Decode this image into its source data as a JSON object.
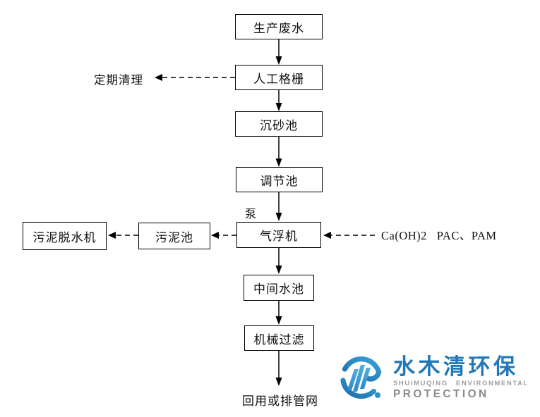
{
  "diagram": {
    "nodes": {
      "production_wastewater": "生产废水",
      "manual_screen": "人工格栅",
      "grit_chamber": "沉砂池",
      "regulating_tank": "调节池",
      "air_flotation": "气浮机",
      "intermediate_tank": "中间水池",
      "mechanical_filter": "机械过滤",
      "sludge_tank": "污泥池",
      "sludge_dewatering": "污泥脱水机"
    },
    "labels": {
      "periodic_cleaning": "定期清理",
      "pump": "泵",
      "dosing_chemicals": "Ca(OH)2   PAC、PAM",
      "outlet": "回用或排管网"
    },
    "line_color": "#000000"
  },
  "logo": {
    "name_cn": "水木清环保",
    "name_en_line1": "SHUIMUQING ENVIRONMENTAL",
    "name_en_line2": "PROTECTION",
    "colors": {
      "brand_blue": "#2278b7",
      "icon_blue_dark": "#1d6ca6",
      "icon_blue_light": "#3aa2da",
      "gray": "#8c8c8c"
    }
  }
}
